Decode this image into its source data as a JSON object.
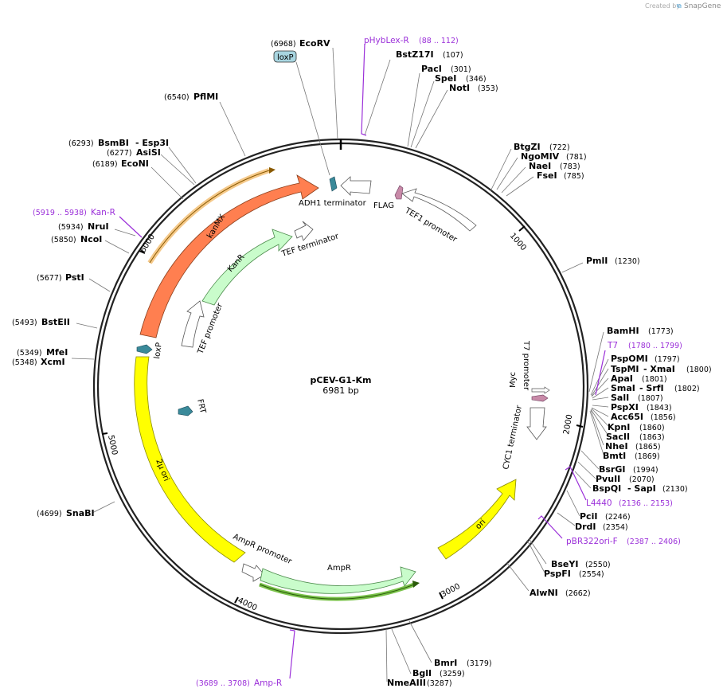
{
  "credit": {
    "text": "Created by",
    "brand": "SnapGene"
  },
  "plasmid": {
    "name": "pCEV-G1-Km",
    "length_label": "6981 bp"
  },
  "colors": {
    "kanmx": "#ff7f50",
    "resistance": "#c9fccb",
    "terminator": "#ffffff",
    "ori": "#ffff00",
    "primer": "#9b30d9",
    "small_feature": "#3a8a9a",
    "tag": "#c88aa8",
    "loxp_label_bg": "#a8d5e0"
  },
  "ticks": [
    "1000",
    "2000",
    "3000",
    "4000",
    "5000",
    "6000"
  ],
  "features": [
    {
      "name": "ADH1 terminator"
    },
    {
      "name": "FLAG"
    },
    {
      "name": "TEF1 promoter"
    },
    {
      "name": "kanMX"
    },
    {
      "name": "KanR"
    },
    {
      "name": "TEF terminator"
    },
    {
      "name": "TEF promoter"
    },
    {
      "name": "loxP"
    },
    {
      "name": "loxP"
    },
    {
      "name": "FRT"
    },
    {
      "name": "2μ ori"
    },
    {
      "name": "AmpR promoter"
    },
    {
      "name": "AmpR"
    },
    {
      "name": "ori"
    },
    {
      "name": "T7 promoter"
    },
    {
      "name": "Myc"
    },
    {
      "name": "CYC1 terminator"
    }
  ],
  "enzymes": [
    {
      "name": "EcoRV",
      "pos": "(6968)"
    },
    {
      "name": "BstZ17I",
      "pos": "(107)"
    },
    {
      "name": "PacI",
      "pos": "(301)"
    },
    {
      "name": "SpeI",
      "pos": "(346)"
    },
    {
      "name": "NotI",
      "pos": "(353)"
    },
    {
      "name": "PflMI",
      "pos": "(6540)"
    },
    {
      "name": "BsmBI",
      "pos": "(6293)"
    },
    {
      "name": "- Esp3I",
      "pos": ""
    },
    {
      "name": "AsiSI",
      "pos": "(6277)"
    },
    {
      "name": "EcoNI",
      "pos": "(6189)"
    },
    {
      "name": "BtgZI",
      "pos": "(722)"
    },
    {
      "name": "NgoMIV",
      "pos": "(781)"
    },
    {
      "name": "NaeI",
      "pos": "(783)"
    },
    {
      "name": "FseI",
      "pos": "(785)"
    },
    {
      "name": "NruI",
      "pos": "(5934)"
    },
    {
      "name": "NcoI",
      "pos": "(5850)"
    },
    {
      "name": "PmlI",
      "pos": "(1230)"
    },
    {
      "name": "PstI",
      "pos": "(5677)"
    },
    {
      "name": "BstEII",
      "pos": "(5493)"
    },
    {
      "name": "BamHI",
      "pos": "(1773)"
    },
    {
      "name": "MfeI",
      "pos": "(5349)"
    },
    {
      "name": "XcmI",
      "pos": "(5348)"
    },
    {
      "name": "PspOMI",
      "pos": "(1797)"
    },
    {
      "name": "TspMI",
      "pos": ""
    },
    {
      "name": "- XmaI",
      "pos": "(1800)"
    },
    {
      "name": "ApaI",
      "pos": "(1801)"
    },
    {
      "name": "SmaI",
      "pos": ""
    },
    {
      "name": "- SrfI",
      "pos": "(1802)"
    },
    {
      "name": "SalI",
      "pos": "(1807)"
    },
    {
      "name": "PspXI",
      "pos": "(1843)"
    },
    {
      "name": "Acc65I",
      "pos": "(1856)"
    },
    {
      "name": "KpnI",
      "pos": "(1860)"
    },
    {
      "name": "SacII",
      "pos": "(1863)"
    },
    {
      "name": "NheI",
      "pos": "(1865)"
    },
    {
      "name": "BmtI",
      "pos": "(1869)"
    },
    {
      "name": "BsrGI",
      "pos": "(1994)"
    },
    {
      "name": "PvuII",
      "pos": "(2070)"
    },
    {
      "name": "BspQI",
      "pos": ""
    },
    {
      "name": "- SapI",
      "pos": "(2130)"
    },
    {
      "name": "PciI",
      "pos": "(2246)"
    },
    {
      "name": "DrdI",
      "pos": "(2354)"
    },
    {
      "name": "SnaBI",
      "pos": "(4699)"
    },
    {
      "name": "BseYI",
      "pos": "(2550)"
    },
    {
      "name": "PspFI",
      "pos": "(2554)"
    },
    {
      "name": "AlwNI",
      "pos": "(2662)"
    },
    {
      "name": "BmrI",
      "pos": "(3179)"
    },
    {
      "name": "BglI",
      "pos": "(3259)"
    },
    {
      "name": "NmeAIII",
      "pos": "(3287)"
    }
  ],
  "primers": [
    {
      "name": "pHybLex-R",
      "pos": "(88 .. 112)"
    },
    {
      "name": "Kan-R",
      "pos": "(5919 .. 5938)"
    },
    {
      "name": "T7",
      "pos": "(1780 .. 1799)"
    },
    {
      "name": "L4440",
      "pos": "(2136 .. 2153)"
    },
    {
      "name": "pBR322ori-F",
      "pos": "(2387 .. 2406)"
    },
    {
      "name": "Amp-R",
      "pos": "(3689 .. 3708)"
    }
  ]
}
